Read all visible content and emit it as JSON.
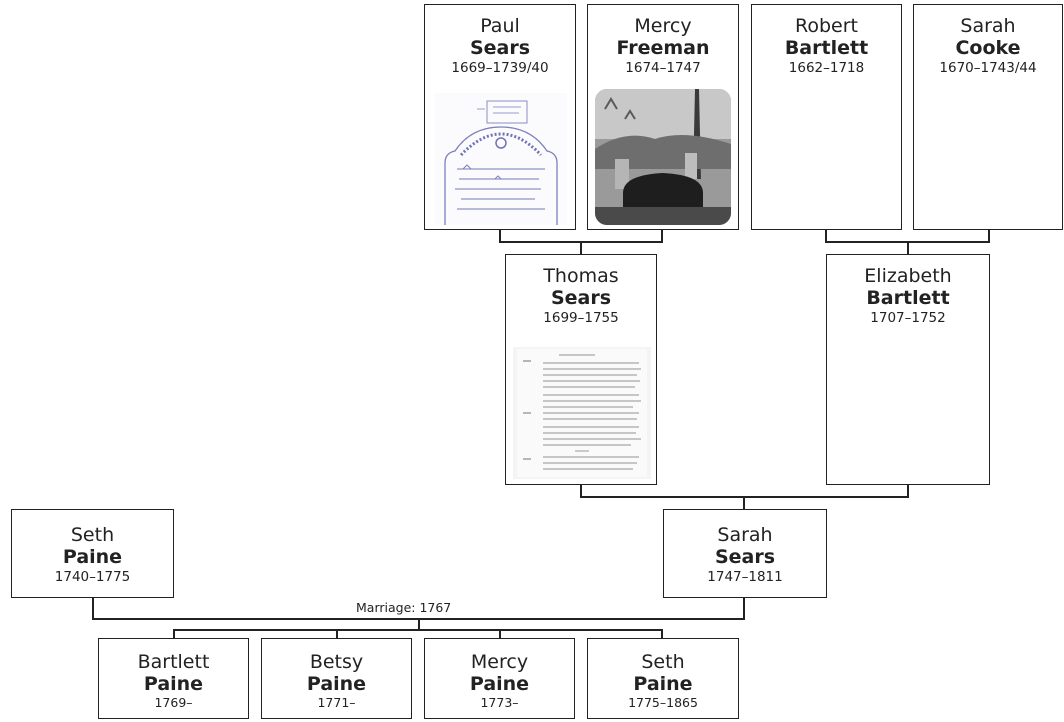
{
  "people": {
    "paul_sears": {
      "given": "Paul",
      "surname": "Sears",
      "years": "1669–1739/40"
    },
    "mercy_freeman": {
      "given": "Mercy",
      "surname": "Freeman",
      "years": "1674–1747"
    },
    "robert_bartlett": {
      "given": "Robert",
      "surname": "Bartlett",
      "years": "1662–1718"
    },
    "sarah_cooke": {
      "given": "Sarah",
      "surname": "Cooke",
      "years": "1670–1743/44"
    },
    "thomas_sears": {
      "given": "Thomas",
      "surname": "Sears",
      "years": "1699–1755"
    },
    "elizabeth_bartlett": {
      "given": "Elizabeth",
      "surname": "Bartlett",
      "years": "1707–1752"
    },
    "seth_paine_father": {
      "given": "Seth",
      "surname": "Paine",
      "years": "1740–1775"
    },
    "sarah_sears": {
      "given": "Sarah",
      "surname": "Sears",
      "years": "1747–1811"
    },
    "bartlett_paine": {
      "given": "Bartlett",
      "surname": "Paine",
      "years": "1769–"
    },
    "betsy_paine": {
      "given": "Betsy",
      "surname": "Paine",
      "years": "1771–"
    },
    "mercy_paine": {
      "given": "Mercy",
      "surname": "Paine",
      "years": "1773–"
    },
    "seth_paine_son": {
      "given": "Seth",
      "surname": "Paine",
      "years": "1775–1865"
    }
  },
  "marriage_label": "Marriage: 1767",
  "images": {
    "paul_sears": "gravestone-sketch",
    "mercy_freeman": "gravestone-photo",
    "thomas_sears": "document-page"
  },
  "colors": {
    "line": "#222222",
    "box_border": "#222222",
    "background": "#ffffff"
  }
}
